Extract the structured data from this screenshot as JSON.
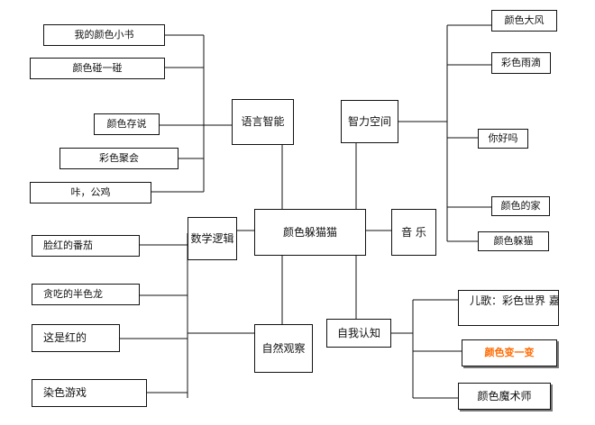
{
  "center": "颜色躲猫猫",
  "branches": {
    "language": "语言智能",
    "space": "智力空间",
    "math": "数学逻辑",
    "music": "音 乐",
    "nature": "自然观察",
    "self": "自我认知"
  },
  "language_items": [
    "我的颜色小书",
    "颜色碰一碰",
    "颜色存说",
    "彩色聚会",
    "咔，公鸡"
  ],
  "space_items": [
    "颜色大风",
    "彩色雨滴",
    "你好吗",
    "颜色的家",
    "颜色躲猫"
  ],
  "math_items": [
    "脸红的番茄",
    "贪吃的半色龙",
    "这是红的",
    "染色游戏"
  ],
  "self_items": [
    "儿歌：彩色世界 嘉年华",
    "颜色变一变",
    "颜色魔术师"
  ],
  "colors": {
    "line": "#111111",
    "highlight": "#ff6a00"
  }
}
